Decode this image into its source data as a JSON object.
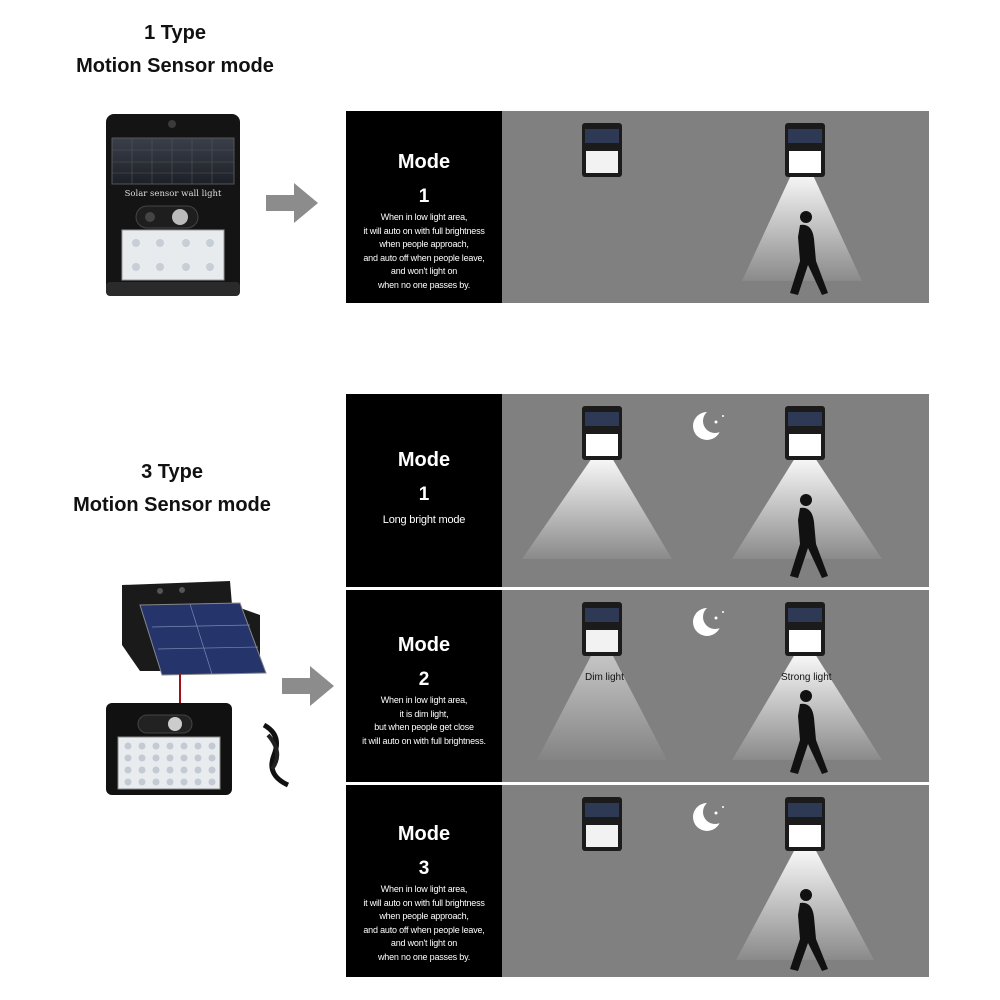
{
  "section1": {
    "type_label": "1 Type",
    "mode_label": "Motion Sensor mode",
    "device_text": "Solar sensor wall light",
    "mode": {
      "word": "Mode",
      "number": "1",
      "description": [
        "When in low light area,",
        "it will auto on with full brightness",
        "when people approach,",
        "and auto off when people leave,",
        "and won't light on",
        "when no one passes by."
      ]
    }
  },
  "section2": {
    "type_label": "3 Type",
    "mode_label": "Motion Sensor mode",
    "modes": [
      {
        "word": "Mode",
        "number": "1",
        "description": [
          "Long bright mode"
        ]
      },
      {
        "word": "Mode",
        "number": "2",
        "description": [
          "When in low light area,",
          "it is dim light,",
          "but when people get close",
          "it will auto on with full brightness."
        ],
        "left_label": "Dim light",
        "right_label": "Strong light"
      },
      {
        "word": "Mode",
        "number": "3",
        "description": [
          "When in low light area,",
          "it will auto on with full brightness",
          "when people approach,",
          "and auto off when people leave,",
          "and won't light on",
          "when no one passes by."
        ]
      }
    ]
  },
  "colors": {
    "panel_black": "#000000",
    "scene_gray": "#808080",
    "arrow_gray": "#8c8c8c"
  },
  "icons": [
    "solar-light-icon",
    "moon-icon",
    "walking-person-icon",
    "arrow-right-icon"
  ]
}
